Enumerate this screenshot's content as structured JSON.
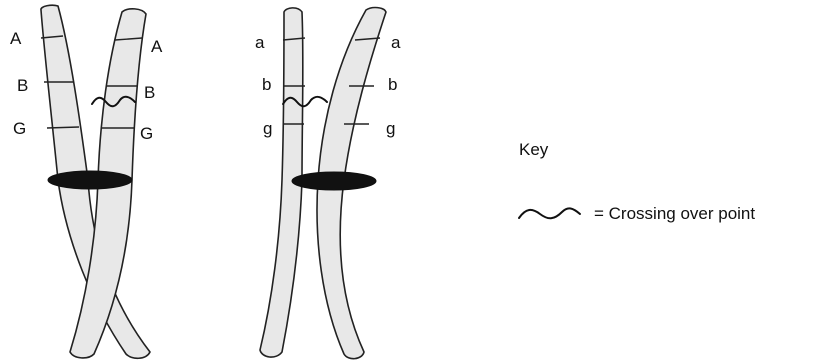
{
  "pair_left": {
    "left_chromatid_labels": [
      "A",
      "B",
      "G"
    ],
    "right_chromatid_labels": [
      "A",
      "B",
      "G"
    ]
  },
  "pair_right": {
    "left_chromatid_labels": [
      "a",
      "b",
      "g"
    ],
    "right_chromatid_labels": [
      "a",
      "b",
      "g"
    ]
  },
  "key": {
    "title": "Key",
    "crossing_over_text": "= Crossing over point",
    "crossing_over_icon": "wavy-line-icon"
  },
  "colors": {
    "chromatid_fill": "#e8e8e8",
    "outline": "#222222",
    "centromere": "#111111"
  }
}
